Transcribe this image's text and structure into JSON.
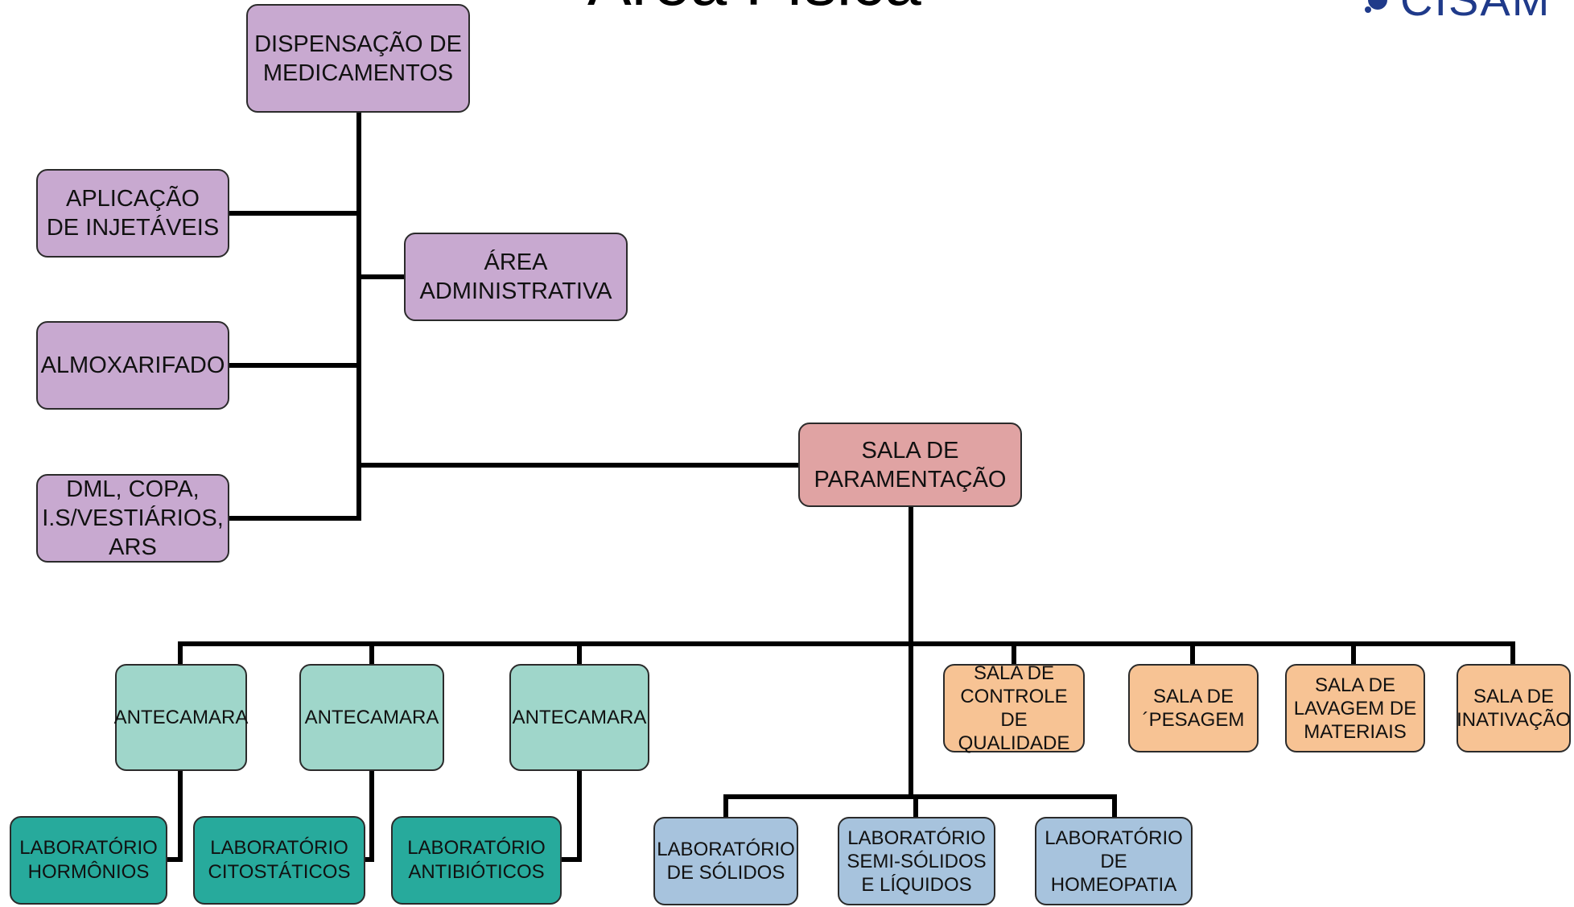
{
  "page": {
    "title": "Área Física",
    "logo_text": "CISAM"
  },
  "colors": {
    "purple": "#c8a9d0",
    "red": "#e0a3a3",
    "mint": "#9fd6ca",
    "teal": "#27aa9c",
    "blue": "#a7c3dd",
    "orange": "#f7c394",
    "connector": "#000000"
  },
  "nodes": {
    "dispensacao": "DISPENSAÇÃO DE\nMEDICAMENTOS",
    "injetaveis": "APLICAÇÃO\nDE INJETÁVEIS",
    "administrativa": "ÁREA\nADMINISTRATIVA",
    "almoxarifado": "ALMOXARIFADO",
    "dml": "DML, COPA,\nI.S/VESTIÁRIOS,\nARS",
    "paramentacao": "SALA DE\nPARAMENTAÇÃO",
    "antecamara1": "ANTECAMARA",
    "antecamara2": "ANTECAMARA",
    "antecamara3": "ANTECAMARA",
    "lab_hormonios": "LABORATÓRIO\nHORMÔNIOS",
    "lab_citostaticos": "LABORATÓRIO\nCITOSTÁTICOS",
    "lab_antibioticos": "LABORATÓRIO\nANTIBIÓTICOS",
    "lab_solidos": "LABORATÓRIO\nDE SÓLIDOS",
    "lab_semisolidos": "LABORATÓRIO\nSEMI-SÓLIDOS\nE LÍQUIDOS",
    "lab_homeopatia": "LABORATÓRIO\nDE HOMEOPATIA",
    "controle_qualidade": "SALA DE\nCONTROLE DE\nQUALIDADE",
    "pesagem": "SALA DE\n´PESAGEM",
    "lavagem": "SALA DE\nLAVAGEM DE\nMATERIAIS",
    "inativacao": "SALA DE\nINATIVAÇÃO"
  }
}
